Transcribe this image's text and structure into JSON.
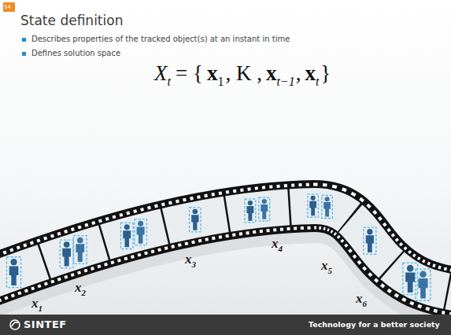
{
  "diagram": {
    "title": "State definition",
    "labels": [
      "54",
      "Describes properties of the tracked object(s) at an instant in time",
      "Defines solution space",
      "X",
      "t",
      "= {",
      "x",
      "1",
      ", K ,",
      "x",
      "t−1",
      ",",
      "x",
      "t",
      "}",
      "x",
      "1",
      "x",
      "2",
      "x",
      "3",
      "x",
      "4",
      "x",
      "5",
      "x",
      "6",
      "SINTEF",
      "Technology for a better society"
    ]
  }
}
